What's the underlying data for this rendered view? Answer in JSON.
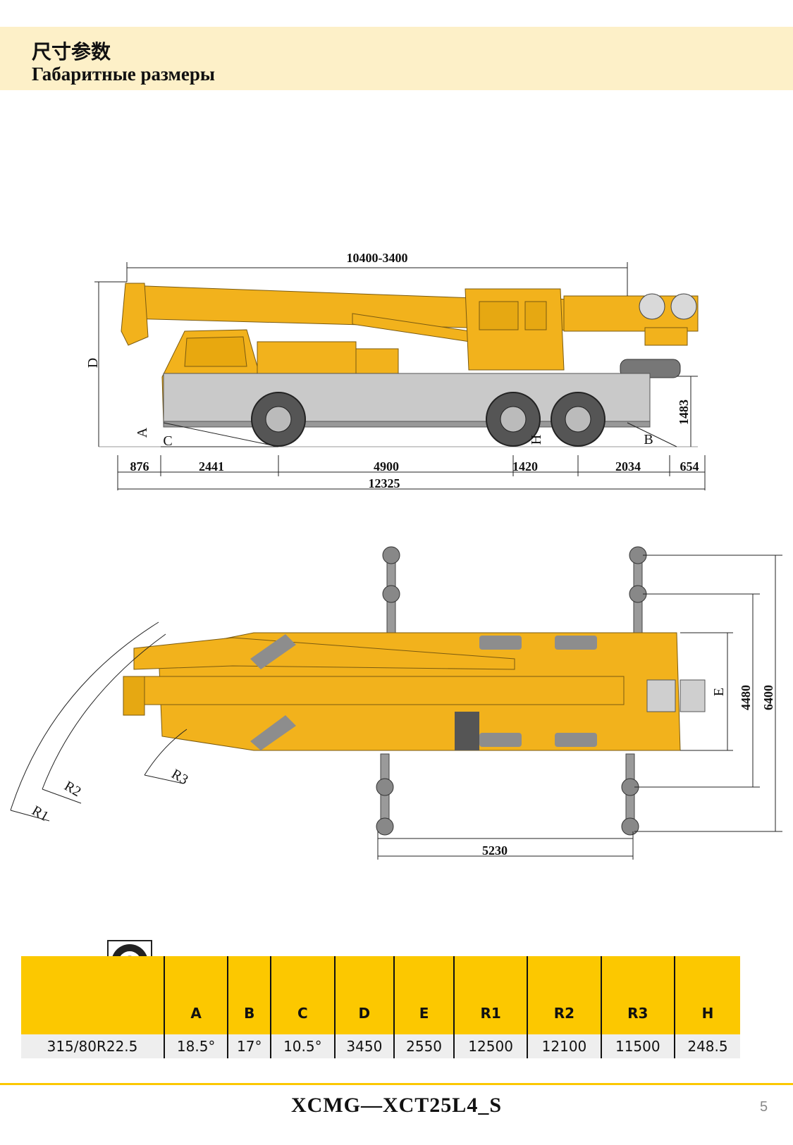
{
  "header": {
    "title_cn": "尺寸参数",
    "title_ru": "Габаритные размеры"
  },
  "side_view": {
    "boom_length": "10400-3400",
    "height_label": "D",
    "rear_height": "1483",
    "angle_labels": {
      "a": "A",
      "b": "B",
      "c": "C",
      "h": "H"
    },
    "segments": [
      "876",
      "2441",
      "4900",
      "1420",
      "2034",
      "654"
    ],
    "total_length": "12325"
  },
  "top_view": {
    "outrigger_span_length": "5230",
    "widths": {
      "e": "E",
      "w1": "4480",
      "w2": "6400"
    },
    "radii": {
      "r1": "R1",
      "r2": "R2",
      "r3": "R3"
    }
  },
  "spec_table": {
    "headers": [
      "A",
      "B",
      "C",
      "D",
      "E",
      "R1",
      "R2",
      "R3",
      "H"
    ],
    "tire": "315/80R22.5",
    "values": [
      "18.5°",
      "17°",
      "10.5°",
      "3450",
      "2550",
      "12500",
      "12100",
      "11500",
      "248.5"
    ]
  },
  "colors": {
    "accent": "#fcc800",
    "crane_body": "#f2b21c",
    "header_bg": "#fdf0c8"
  },
  "footer": {
    "model": "XCMG—XCT25L4_S",
    "page_number": "5"
  }
}
